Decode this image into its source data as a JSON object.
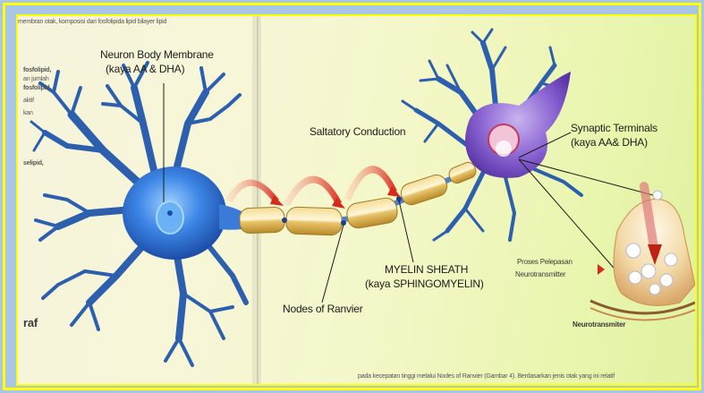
{
  "labels": {
    "neuron_body_membrane": "Neuron Body Membrane",
    "neuron_body_membrane_sub": "(kaya AA & DHA)",
    "saltatory_conduction": "Saltatory Conduction",
    "synaptic_terminals": "Synaptic Terminals",
    "synaptic_terminals_sub": "(kaya AA& DHA)",
    "myelin_sheath": "MYELIN SHEATH",
    "myelin_sheath_sub": "(kaya SPHINGOMYELIN)",
    "nodes_of_ranvier": "Nodes of Ranvier",
    "proses_pelepasan": "Proses Pelepasan",
    "neurotransmitter_lbl": "Neurotransmitter",
    "neurotransmiter": "Neurotransmiter"
  },
  "page_fragments": {
    "top_line": "membran otak, komposisi dari fosfolipida lipid bilayer lipid",
    "left_1": "fosfolipid,",
    "left_2": "fosfolipid",
    "left_3": "an jumlah",
    "left_4": "selipid,",
    "left_5": "aktif",
    "left_6": "kan",
    "left_7": "raf",
    "bottom_line": "pada kecepatan tinggi melalui Nodes of Ranvier (Gambar 4). Berdasarkan jenis otak yang ini relatif"
  },
  "colors": {
    "neuron_blue": "#2f6fd4",
    "soma_purple": "#7c52c4",
    "myelin": "#e8c46a",
    "arrow_red": "#d82a1a",
    "frame_yellow": "#ffff00",
    "frame_bg": "#a9c6e6"
  }
}
